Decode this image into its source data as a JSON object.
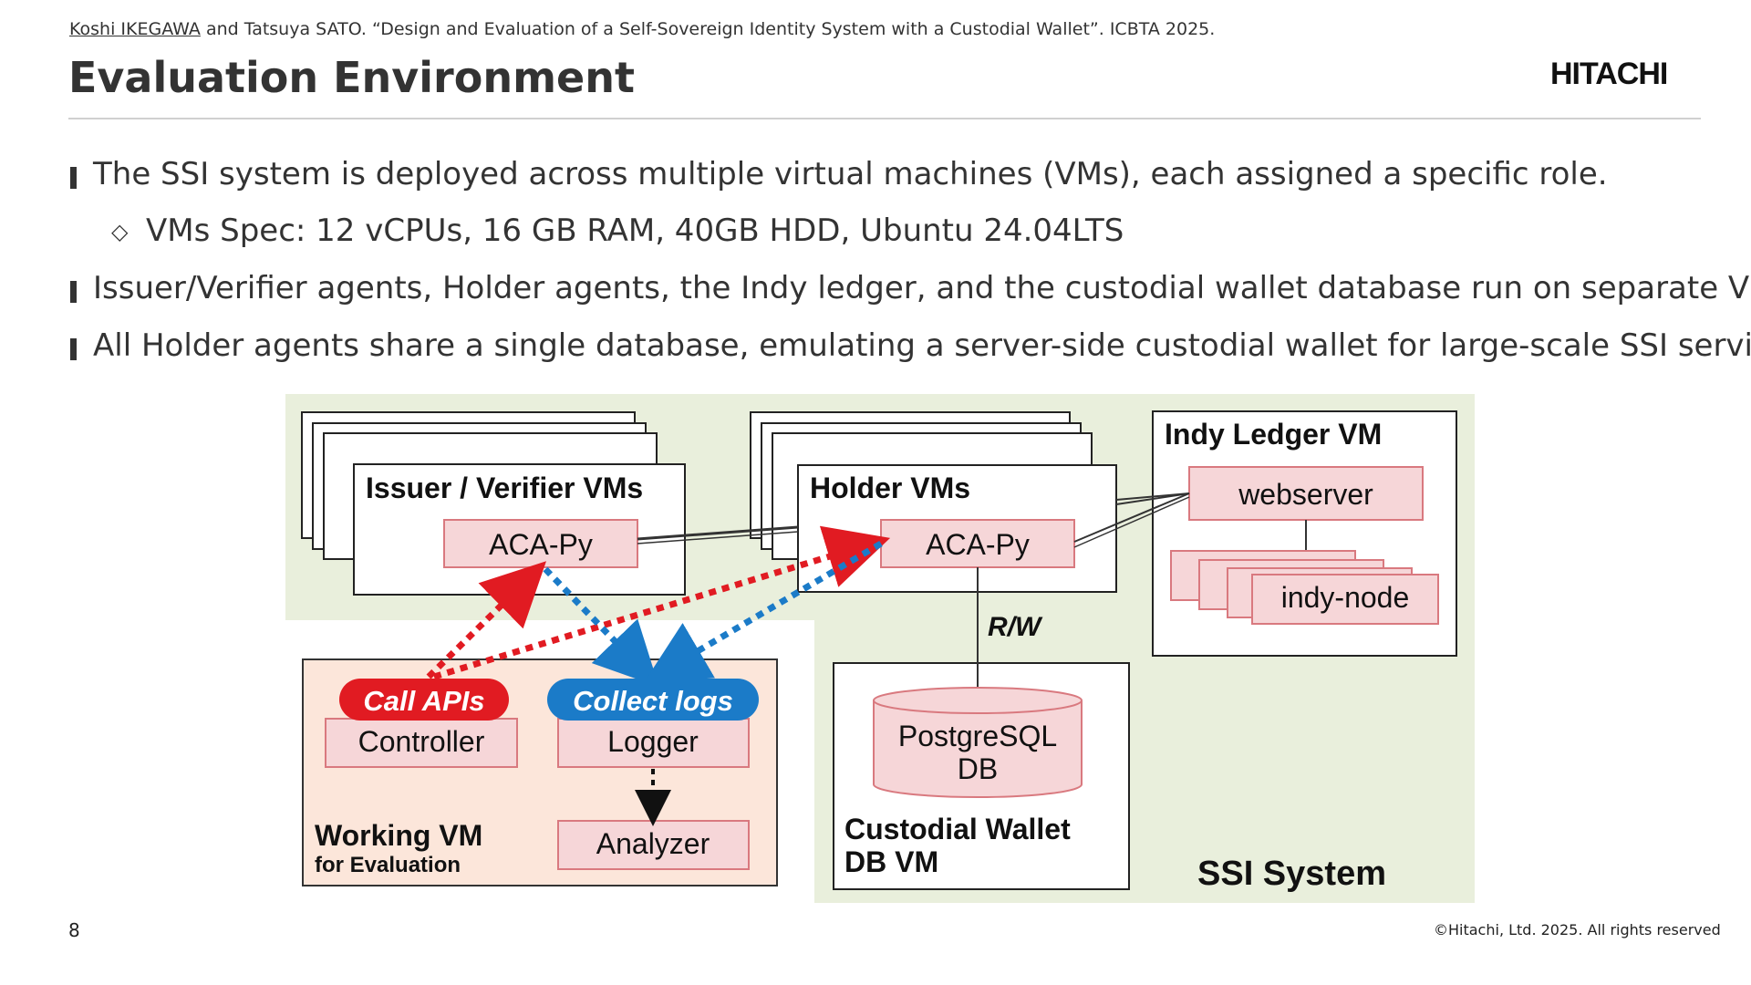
{
  "header": {
    "citation_author": "Koshi IKEGAWA",
    "citation_rest": " and Tatsuya SATO. “Design and Evaluation of a Self-Sovereign Identity System with a Custodial Wallet”. ICBTA 2025.",
    "title": "Evaluation Environment",
    "logo": "HITACHI"
  },
  "bullets": [
    "The SSI system is deployed across multiple virtual machines (VMs), each assigned a specific role.",
    "Issuer/Verifier agents, Holder agents, the Indy ledger, and the custodial wallet database run on separate VMs.",
    "All Holder agents share a single database, emulating a server-side custodial wallet for large-scale SSI services."
  ],
  "sub_bullet": "VMs Spec: 12 vCPUs, 16 GB RAM, 40GB HDD, Ubuntu 24.04LTS",
  "diagram": {
    "issuer_title": "Issuer / Verifier VMs",
    "issuer_acapy": "ACA-Py",
    "holder_title": "Holder VMs",
    "holder_acapy": "ACA-Py",
    "ledger_title": "Indy Ledger VM",
    "webserver": "webserver",
    "indy_node": "indy-node",
    "rw": "R/W",
    "postgres_line1": "PostgreSQL",
    "postgres_line2": "DB",
    "custodial_line1": "Custodial Wallet",
    "custodial_line2": "DB VM",
    "ssi_system": "SSI System",
    "call_apis": "Call APIs",
    "collect_logs": "Collect logs",
    "controller": "Controller",
    "logger": "Logger",
    "analyzer": "Analyzer",
    "working_vm": "Working VM",
    "working_vm_sub": "for Evaluation",
    "colors": {
      "ssi_bg": "#e9efdc",
      "working_bg": "#fce6da",
      "component_fill": "#f6d6d8",
      "component_stroke": "#d9797f",
      "red_arrow": "#e11b22",
      "blue_arrow": "#1b7bc8"
    }
  },
  "footer": {
    "page_number": "8",
    "copyright": "©Hitachi, Ltd. 2025. All rights reserved"
  }
}
